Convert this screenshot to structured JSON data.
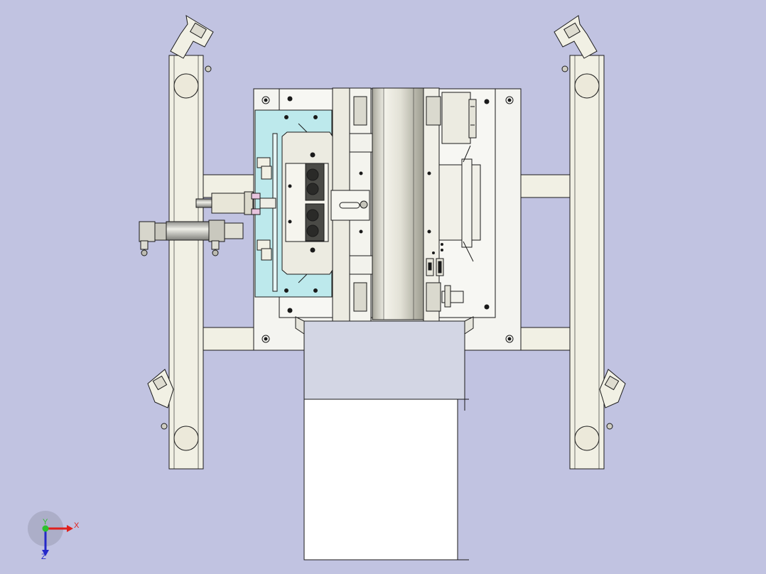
{
  "viewport": {
    "background": "#c1c3e1",
    "model_fill": "#f1f0e4",
    "plate_fill": "#f4f4f0",
    "cyan_plate_fill": "#bde9ec",
    "steel_fill": "#e9e8dc",
    "hopper_fill": "#d3d6e4",
    "edge_color": "#1a1a1a"
  },
  "triad": {
    "x_label": "X",
    "y_label": "Y",
    "z_label": "Z",
    "x_color": "#e0201c",
    "y_color": "#2cc12c",
    "z_color": "#2428c9",
    "icon": "coordinate-triad-icon"
  }
}
